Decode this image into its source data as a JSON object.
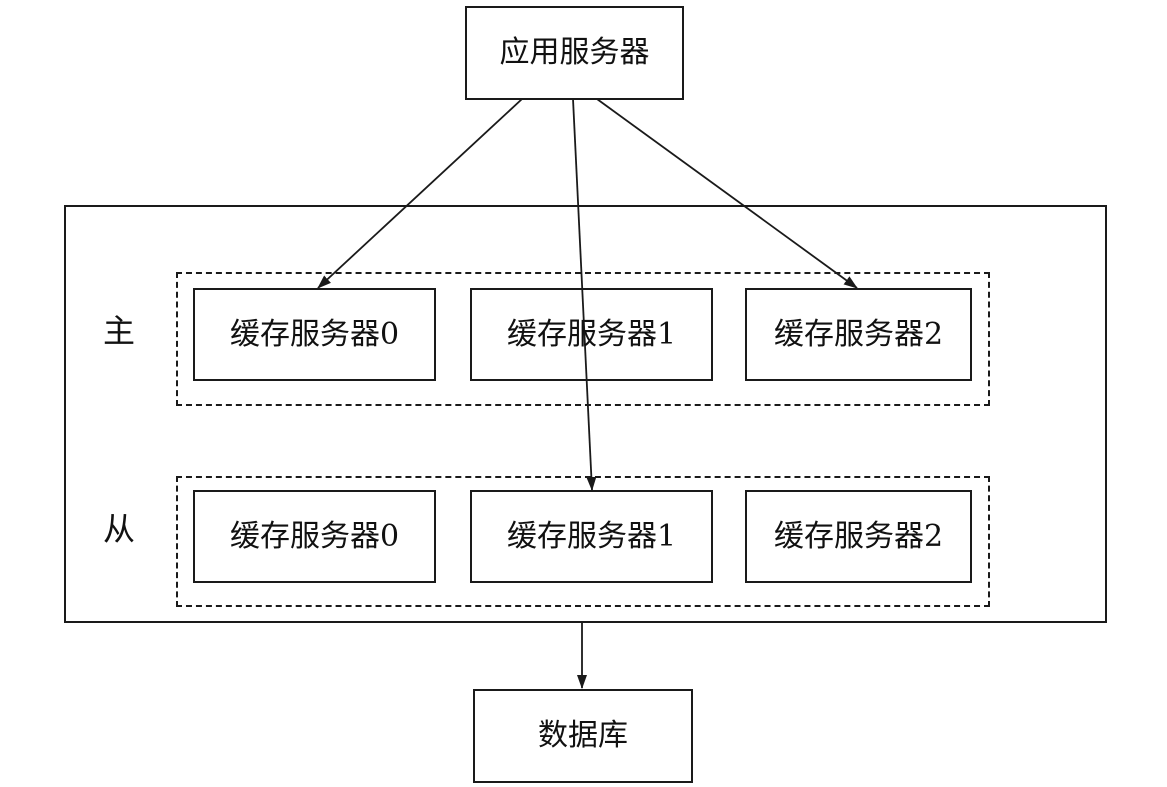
{
  "app_server": {
    "label": "应用服务器"
  },
  "primary": {
    "label": "主",
    "servers": [
      "缓存服务器0",
      "缓存服务器1",
      "缓存服务器2"
    ]
  },
  "replica": {
    "label": "从",
    "servers": [
      "缓存服务器0",
      "缓存服务器1",
      "缓存服务器2"
    ]
  },
  "database": {
    "label": "数据库"
  },
  "colors": {
    "stroke": "#1a1a1a",
    "background": "#ffffff"
  }
}
